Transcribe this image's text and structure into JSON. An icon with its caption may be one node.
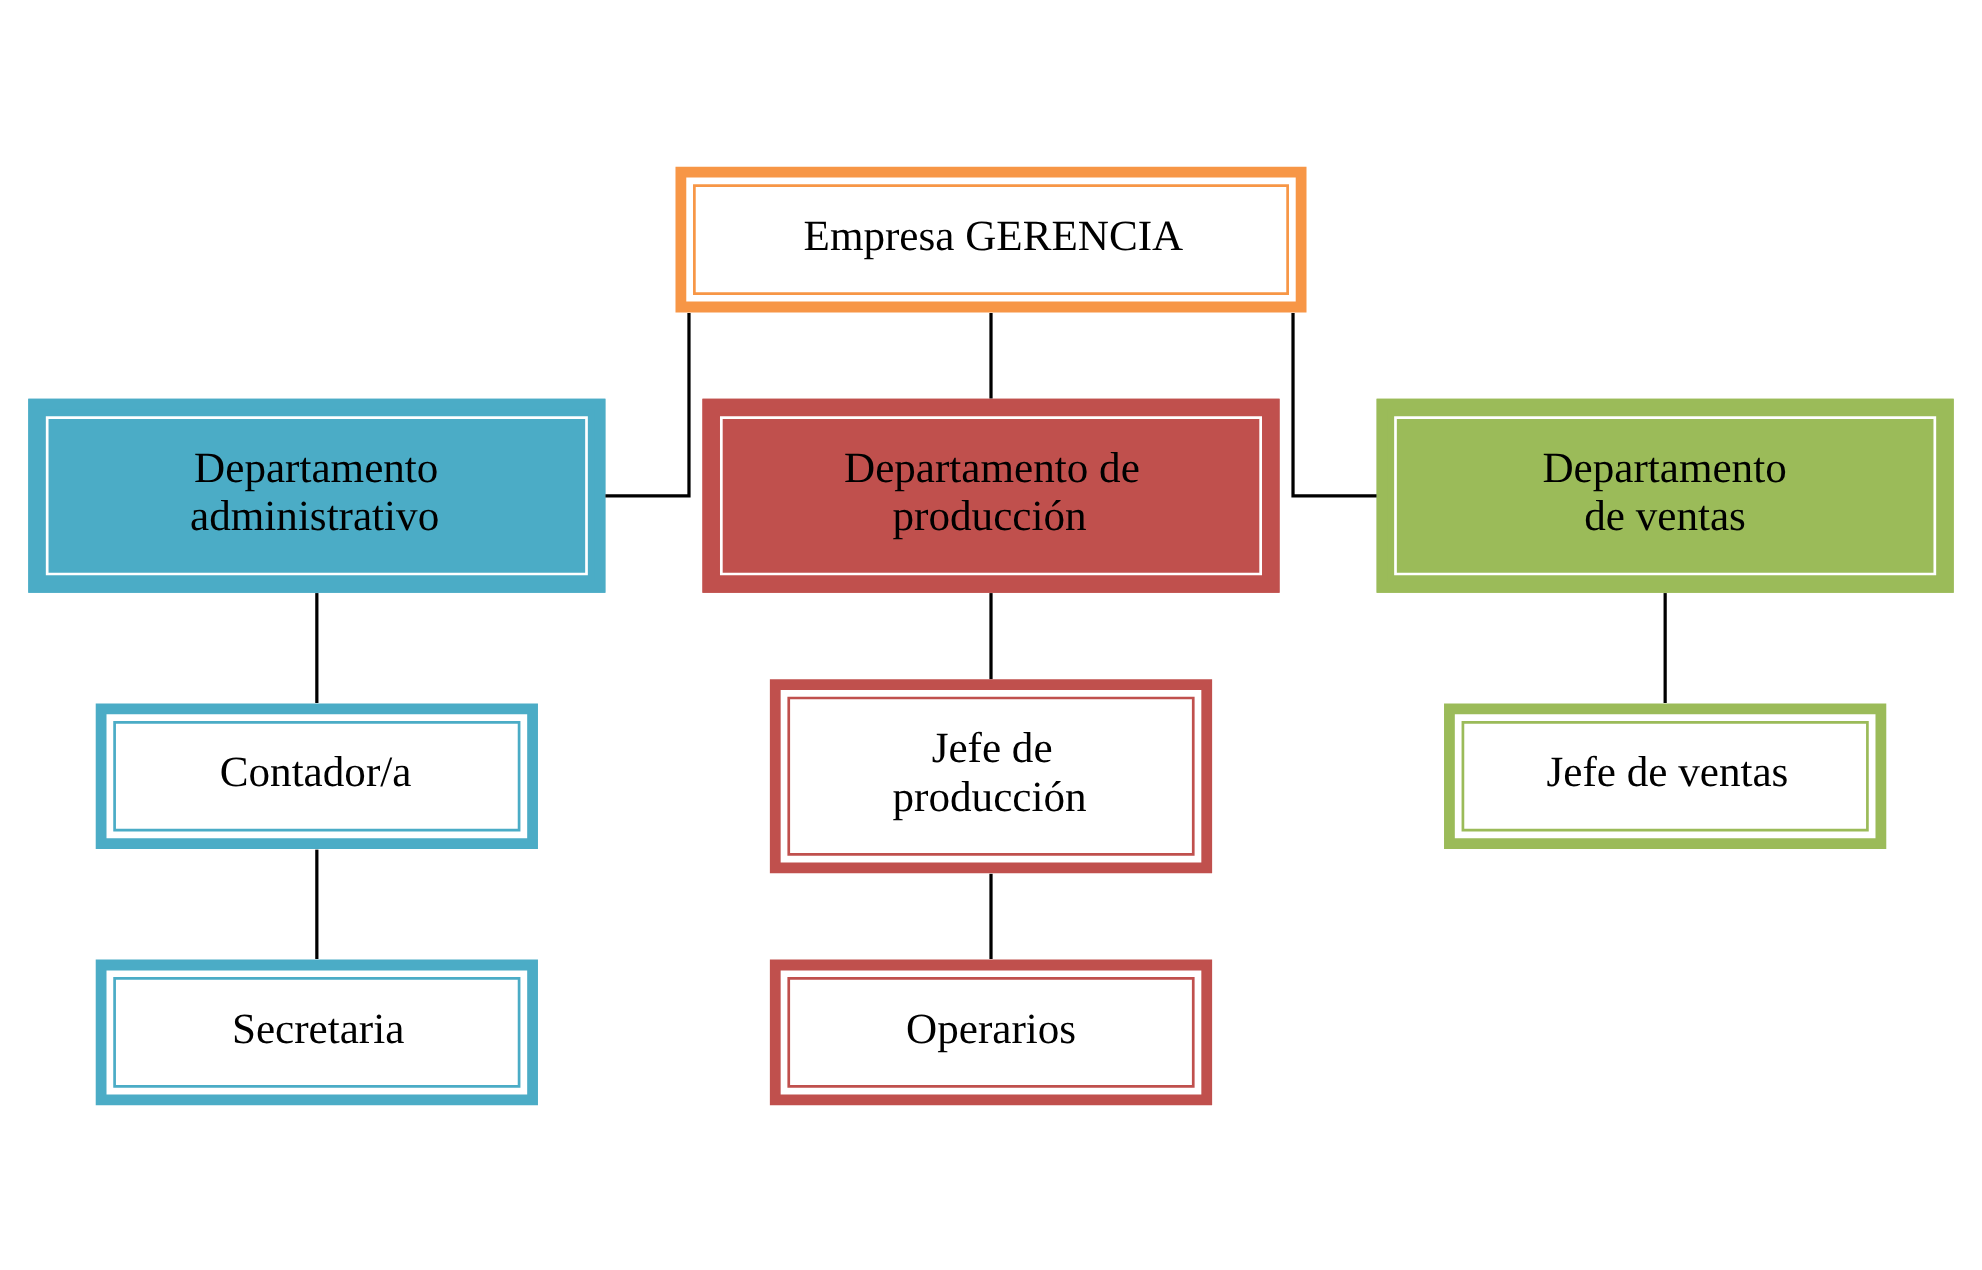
{
  "diagram": {
    "nodes": [
      {
        "text": [
          "Empresa GERENCIA"
        ]
      },
      {
        "text": [
          "Departamento administrativo"
        ]
      },
      {
        "text": [
          "Departamento de producción"
        ]
      },
      {
        "text": [
          "Departamento de ventas"
        ]
      },
      {
        "text": [
          "Contador/a"
        ]
      },
      {
        "text": [
          "Secretaria"
        ]
      },
      {
        "text": [
          "Jefe de producción"
        ]
      },
      {
        "text": [
          "Operarios"
        ]
      },
      {
        "text": [
          "Jefe de ventas"
        ]
      }
    ],
    "edges": [
      {
        "from": 0,
        "to": 1,
        "arrow": "none"
      },
      {
        "from": 0,
        "to": 2,
        "arrow": "none"
      },
      {
        "from": 0,
        "to": 3,
        "arrow": "none"
      },
      {
        "from": 1,
        "to": 4,
        "arrow": "none"
      },
      {
        "from": 4,
        "to": 5,
        "arrow": "none"
      },
      {
        "from": 2,
        "to": 6,
        "arrow": "none"
      },
      {
        "from": 6,
        "to": 7,
        "arrow": "none"
      },
      {
        "from": 3,
        "to": 8,
        "arrow": "none"
      }
    ]
  }
}
